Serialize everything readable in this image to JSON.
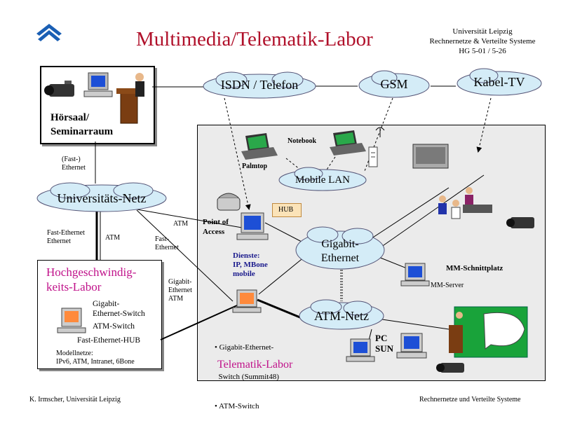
{
  "header": {
    "title": "Multimedia/Telematik-Labor",
    "institution": [
      "Universität Leipzig",
      "Rechnernetze & Verteilte Systeme",
      "HG 5-01 / 5-26"
    ]
  },
  "networks": {
    "isdn": "ISDN / Telefon",
    "gsm": "GSM",
    "cable_tv": "Kabel-TV",
    "uni_net": "Universitäts-Netz",
    "mobile_lan": "Mobile LAN",
    "gigabit": [
      "Gigabit-",
      "Ethernet"
    ],
    "atm": "ATM-Netz"
  },
  "hoersaal": {
    "label": [
      "Hörsaal/",
      "Seminarraum"
    ]
  },
  "links": {
    "fast_ethernet_top": [
      "(Fast-)",
      "Ethernet"
    ],
    "fast_ethernet_left": [
      "Fast-Ethernet",
      "Ethernet"
    ],
    "atm_left": "ATM",
    "atm_mid": "ATM",
    "fast_ethernet_mid": [
      "Fast-",
      "Ethernet"
    ],
    "gigabit_atm": [
      "Gigabit-",
      "Ethernet",
      "ATM"
    ]
  },
  "hs_labor": {
    "title": [
      "Hochgeschwindig-",
      "keits-Labor"
    ],
    "switch1": [
      "Gigabit-",
      "Ethernet-Switch"
    ],
    "switch2": "ATM-Switch",
    "hub": "Fast-Ethernet-HUB",
    "models": [
      "Modellnetze:",
      "IPv6, ATM, Intranet, 6Bone"
    ]
  },
  "lab": {
    "notebook": "Notebook",
    "palmtop": "Palmtop",
    "hub": "HUB",
    "poa": [
      "Point of",
      "Access"
    ],
    "dienste": [
      "Dienste:",
      "IP, MBone",
      "mobile"
    ],
    "mm_cut": "MM-Schnittplatz",
    "mm_server": "MM-Server",
    "pc_sun": [
      "PC",
      "SUN"
    ],
    "switch_list": [
      "• Gigabit-Ethernet-",
      "  Switch (Summit48)",
      "• ATM-Switch"
    ],
    "name": "Telematik-Labor"
  },
  "footer": {
    "left": "K. Irmscher, Universität Leipzig",
    "right": "Rechnernetze und Verteilte Systeme"
  },
  "colors": {
    "title": "#b0102a",
    "lab_title": "#c0128a",
    "dienste": "#1a1a8c",
    "cloud": "#d4ecf7",
    "lab_bg": "#ebebeb",
    "hub_bg": "#fbe3b8"
  },
  "icons": [
    "logo-icon",
    "camcorder-icon",
    "computer-icon",
    "presenter-icon",
    "laptop-icon",
    "palmtop-icon",
    "phone-icon",
    "antenna-icon",
    "tv-icon",
    "people-icon",
    "screen-icon"
  ]
}
